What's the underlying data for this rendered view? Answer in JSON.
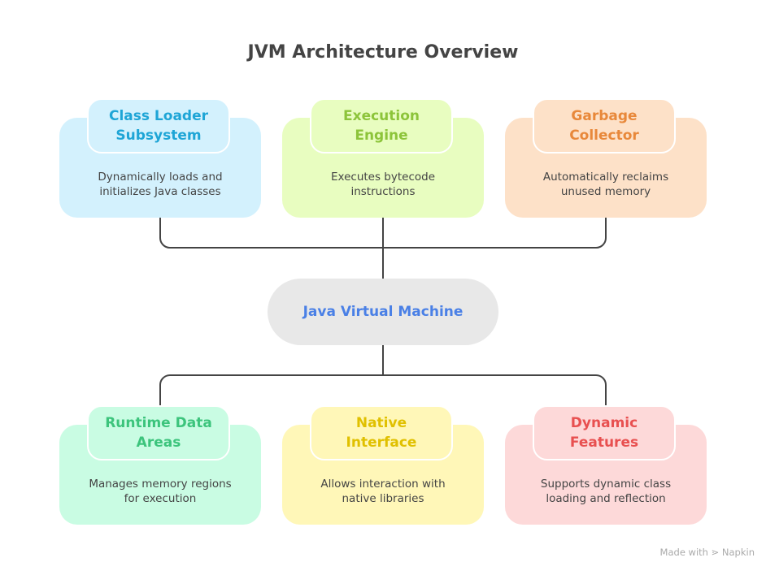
{
  "title": "JVM Architecture Overview",
  "center": "Java Virtual Machine",
  "nodes": [
    {
      "title_l1": "Class Loader",
      "title_l2": "Subsystem",
      "desc_l1": "Dynamically loads and",
      "desc_l2": "initializes Java classes",
      "accent": "#1ea5d6",
      "bg": "#d3f1fd"
    },
    {
      "title_l1": "Execution",
      "title_l2": "Engine",
      "desc_l1": "Executes bytecode",
      "desc_l2": "instructions",
      "accent": "#8cc43a",
      "bg": "#e8fdc0"
    },
    {
      "title_l1": "Garbage",
      "title_l2": "Collector",
      "desc_l1": "Automatically reclaims",
      "desc_l2": "unused memory",
      "accent": "#e8883a",
      "bg": "#fde1c8"
    },
    {
      "title_l1": "Runtime Data",
      "title_l2": "Areas",
      "desc_l1": "Manages memory regions",
      "desc_l2": "for execution",
      "accent": "#3cc47c",
      "bg": "#c9fce3"
    },
    {
      "title_l1": "Native",
      "title_l2": "Interface",
      "desc_l1": "Allows interaction with",
      "desc_l2": "native libraries",
      "accent": "#e0c000",
      "bg": "#fff7b8"
    },
    {
      "title_l1": "Dynamic",
      "title_l2": "Features",
      "desc_l1": "Supports dynamic class",
      "desc_l2": "loading and reflection",
      "accent": "#e85050",
      "bg": "#fdd9d9"
    }
  ],
  "footer": {
    "made_with": "Made with",
    "brand": "Napkin"
  }
}
